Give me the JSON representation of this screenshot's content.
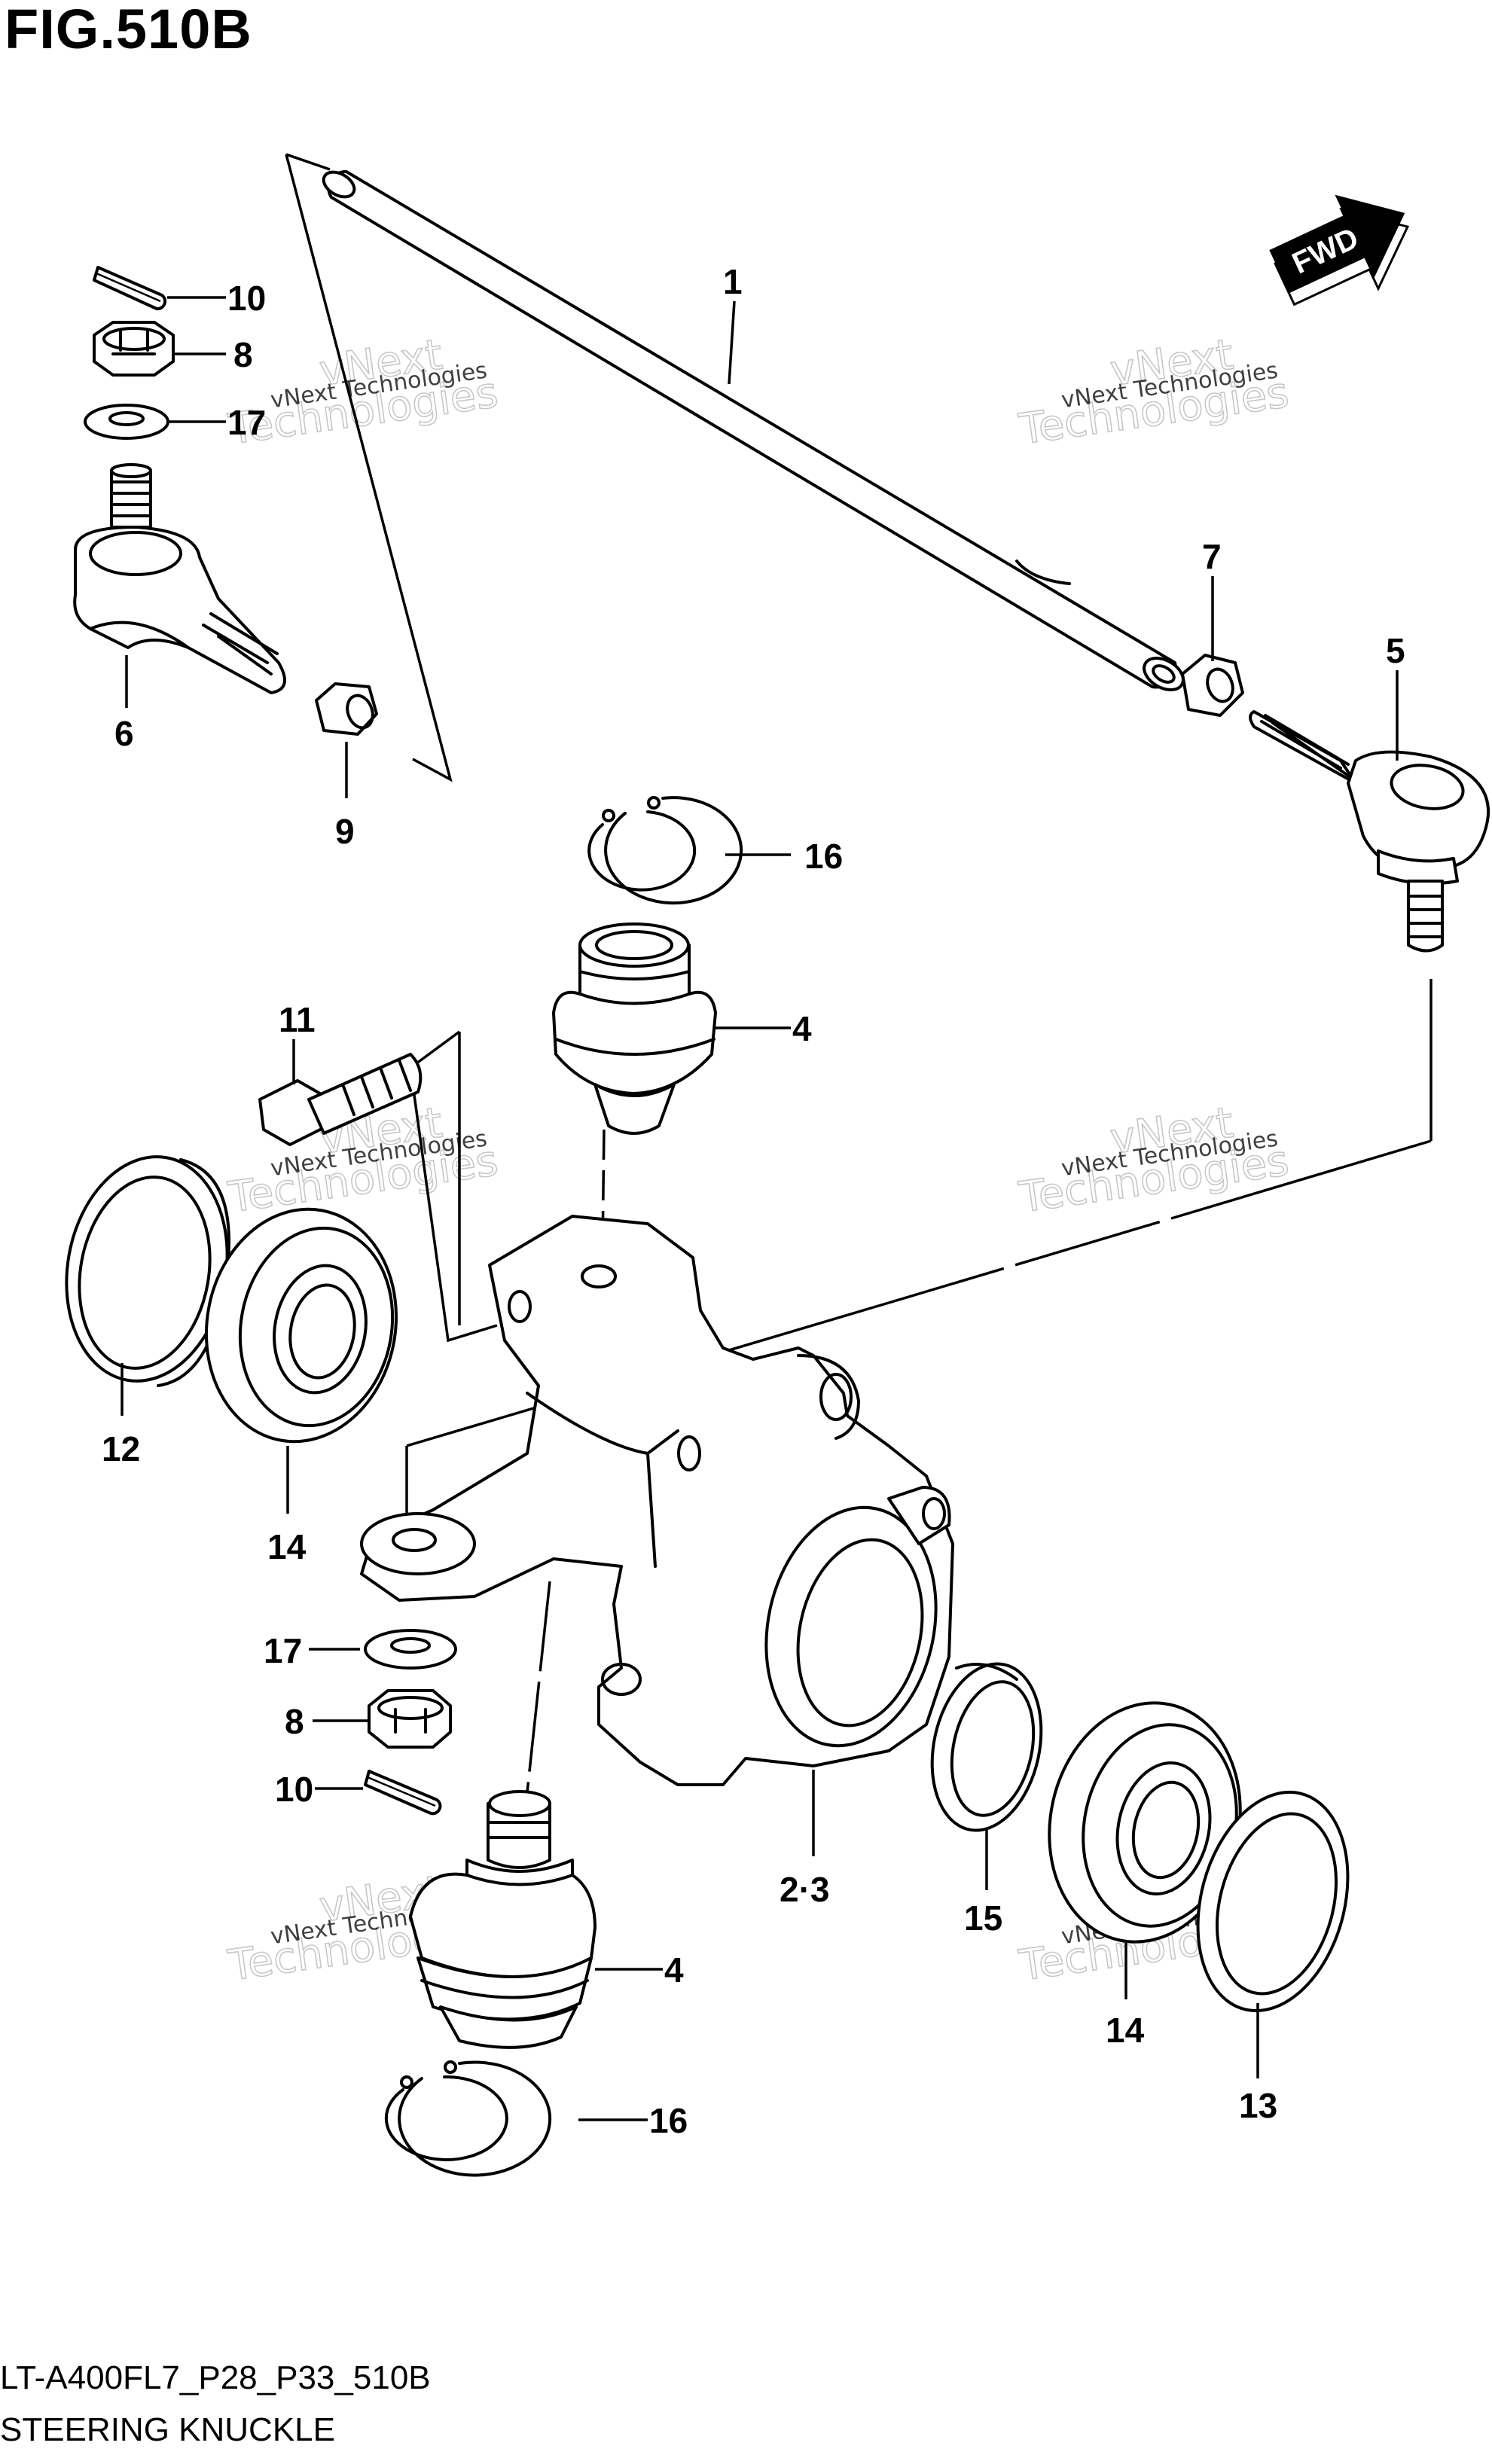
{
  "figure": {
    "title": "FIG.510B",
    "model_code": "LT-A400FL7_P28_P33_510B",
    "caption": "STEERING KNUCKLE"
  },
  "fwd_indicator": "FWD",
  "watermark": {
    "small_text": "vNext Technologies",
    "large_text_line1": "vNext",
    "large_text_line2": "Technologies"
  },
  "callouts": [
    {
      "id": "c1",
      "text": "1"
    },
    {
      "id": "c10a",
      "text": "10"
    },
    {
      "id": "c8a",
      "text": "8"
    },
    {
      "id": "c17a",
      "text": "17"
    },
    {
      "id": "c6",
      "text": "6"
    },
    {
      "id": "c9",
      "text": "9"
    },
    {
      "id": "c7",
      "text": "7"
    },
    {
      "id": "c5",
      "text": "5"
    },
    {
      "id": "c16a",
      "text": "16"
    },
    {
      "id": "c4a",
      "text": "4"
    },
    {
      "id": "c11",
      "text": "11"
    },
    {
      "id": "c12",
      "text": "12"
    },
    {
      "id": "c14a",
      "text": "14"
    },
    {
      "id": "c17b",
      "text": "17"
    },
    {
      "id": "c8b",
      "text": "8"
    },
    {
      "id": "c10b",
      "text": "10"
    },
    {
      "id": "c23",
      "text": "2·3"
    },
    {
      "id": "c15",
      "text": "15"
    },
    {
      "id": "c4b",
      "text": "4"
    },
    {
      "id": "c14b",
      "text": "14"
    },
    {
      "id": "c13",
      "text": "13"
    },
    {
      "id": "c16b",
      "text": "16"
    }
  ]
}
